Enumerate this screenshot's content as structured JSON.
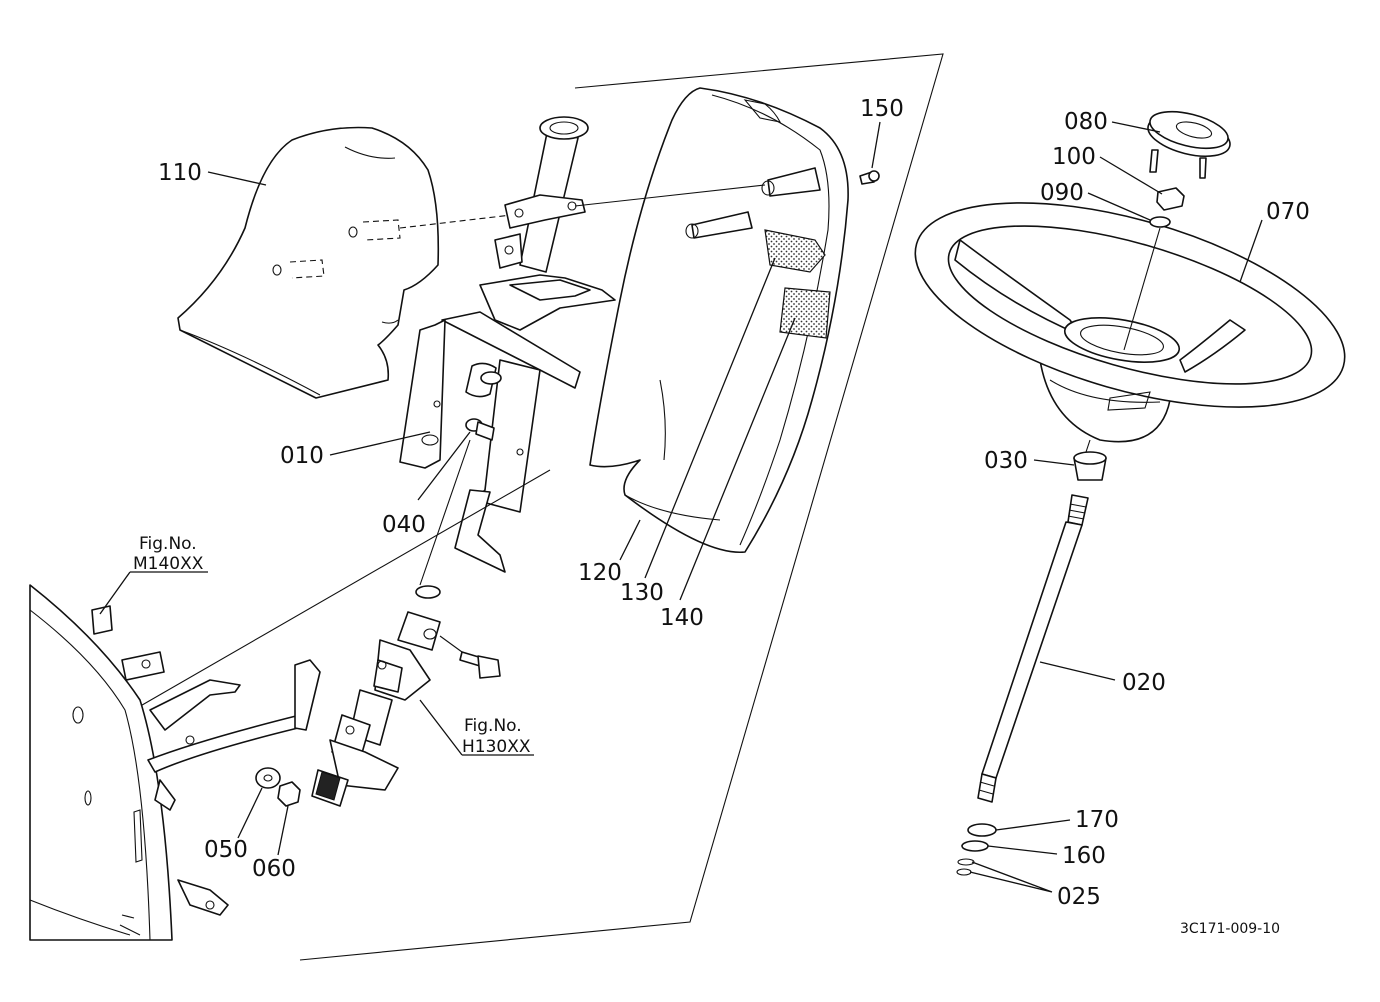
{
  "diagram": {
    "part_numbers": {
      "p110": "110",
      "p010": "010",
      "p040": "040",
      "p150": "150",
      "p120": "120",
      "p130": "130",
      "p140": "140",
      "p080": "080",
      "p100": "100",
      "p090": "090",
      "p070": "070",
      "p030": "030",
      "p020": "020",
      "p170": "170",
      "p160": "160",
      "p025": "025",
      "p050": "050",
      "p060": "060"
    },
    "figure_refs": {
      "m140_title": "Fig.No.",
      "m140_code": "M140XX",
      "h130_title": "Fig.No.",
      "h130_code": "H130XX"
    },
    "drawing_code": "3C171-009-10"
  }
}
